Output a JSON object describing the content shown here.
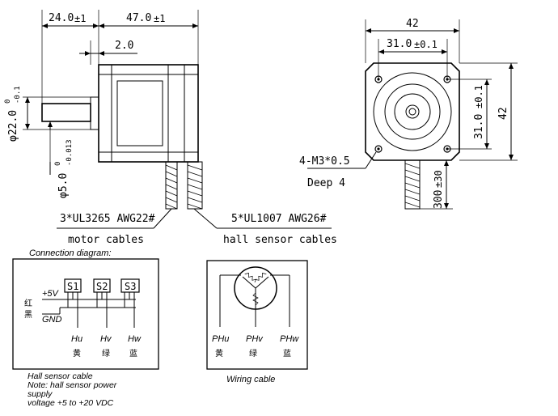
{
  "side_view": {
    "dim_shaft_length": "24.0",
    "dim_shaft_length_tol": "±1",
    "dim_body_length": "47.0",
    "dim_body_length_tol": "±1",
    "dim_flange": "2.0",
    "dim_boss_dia": "φ22.0",
    "dim_boss_tol_upper": "0",
    "dim_boss_tol_lower": "-0.1",
    "dim_shaft_dia": "φ5.0",
    "dim_shaft_tol_upper": "0",
    "dim_shaft_tol_lower": "-0.013",
    "motor_cable_spec": "3*UL3265 AWG22#",
    "motor_cable_label": "motor cables",
    "hall_cable_spec": "5*UL1007 AWG26#",
    "hall_cable_label": "hall sensor cables"
  },
  "front_view": {
    "dim_width": "42",
    "dim_hole_spacing_h": "31.0",
    "dim_hole_spacing_h_tol": "±0.1",
    "dim_hole_spacing_v": "31.0",
    "dim_hole_spacing_v_tol": "±0.1",
    "dim_height": "42",
    "hole_spec": "4-M3*0.5",
    "hole_depth": "Deep 4",
    "dim_cable_length": "300",
    "dim_cable_length_tol": "±30"
  },
  "connection": {
    "title": "Connection diagram:",
    "plus5v": "+5V",
    "gnd": "GND",
    "red_cn": "红",
    "black_cn": "黑",
    "sensors": [
      "S1",
      "S2",
      "S3"
    ],
    "outputs": [
      {
        "label": "Hu",
        "color_cn": "黄"
      },
      {
        "label": "Hv",
        "color_cn": "绿"
      },
      {
        "label": "Hw",
        "color_cn": "蓝"
      }
    ],
    "caption": "Hall sensor cable",
    "note_line1": "Note: hall sensor power",
    "note_line2": "supply",
    "note_line3": "voltage +5 to +20 VDC"
  },
  "wiring": {
    "phases": [
      {
        "label": "PHu",
        "color_cn": "黄"
      },
      {
        "label": "PHv",
        "color_cn": "绿"
      },
      {
        "label": "PHw",
        "color_cn": "蓝"
      }
    ],
    "caption": "Wiring cable"
  }
}
